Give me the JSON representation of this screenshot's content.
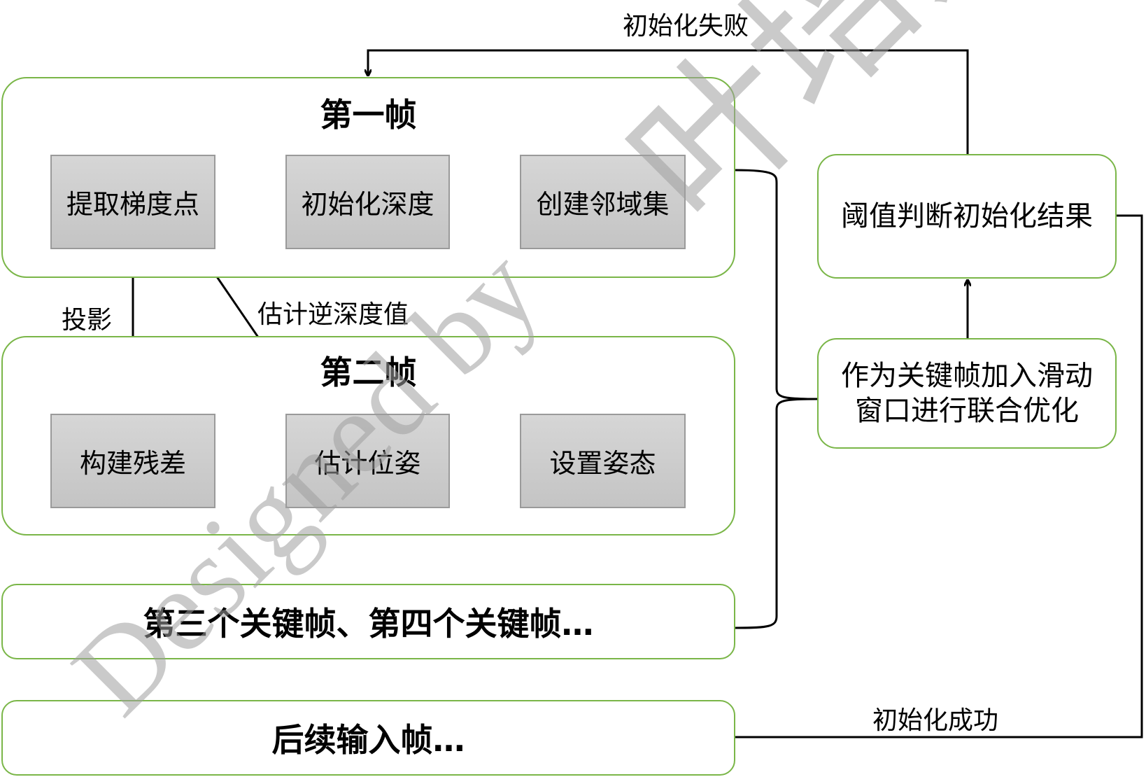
{
  "frame1": {
    "title": "第一帧",
    "steps": [
      "提取梯度点",
      "初始化深度",
      "创建邻域集"
    ]
  },
  "frame2": {
    "title": "第二帧",
    "steps": [
      "构建残差",
      "估计位姿",
      "设置姿态"
    ]
  },
  "keyframes": {
    "label": "第三个关键帧、第四个关键帧…"
  },
  "subsequent": {
    "label": "后续输入帧…"
  },
  "threshold": {
    "label": "阈值判断初始化结果"
  },
  "window": {
    "line1": "作为关键帧加入滑动",
    "line2": "窗口进行联合优化"
  },
  "labels": {
    "init_fail": "初始化失败",
    "init_success": "初始化成功",
    "projection": "投影",
    "inverse_depth": "估计逆深度值"
  },
  "watermark": {
    "signature": "叶培楚",
    "designed": "Designed by"
  },
  "colors": {
    "group_border": "#7ab648",
    "step_fill": "#cccccc",
    "step_border": "#9a9a9a"
  }
}
